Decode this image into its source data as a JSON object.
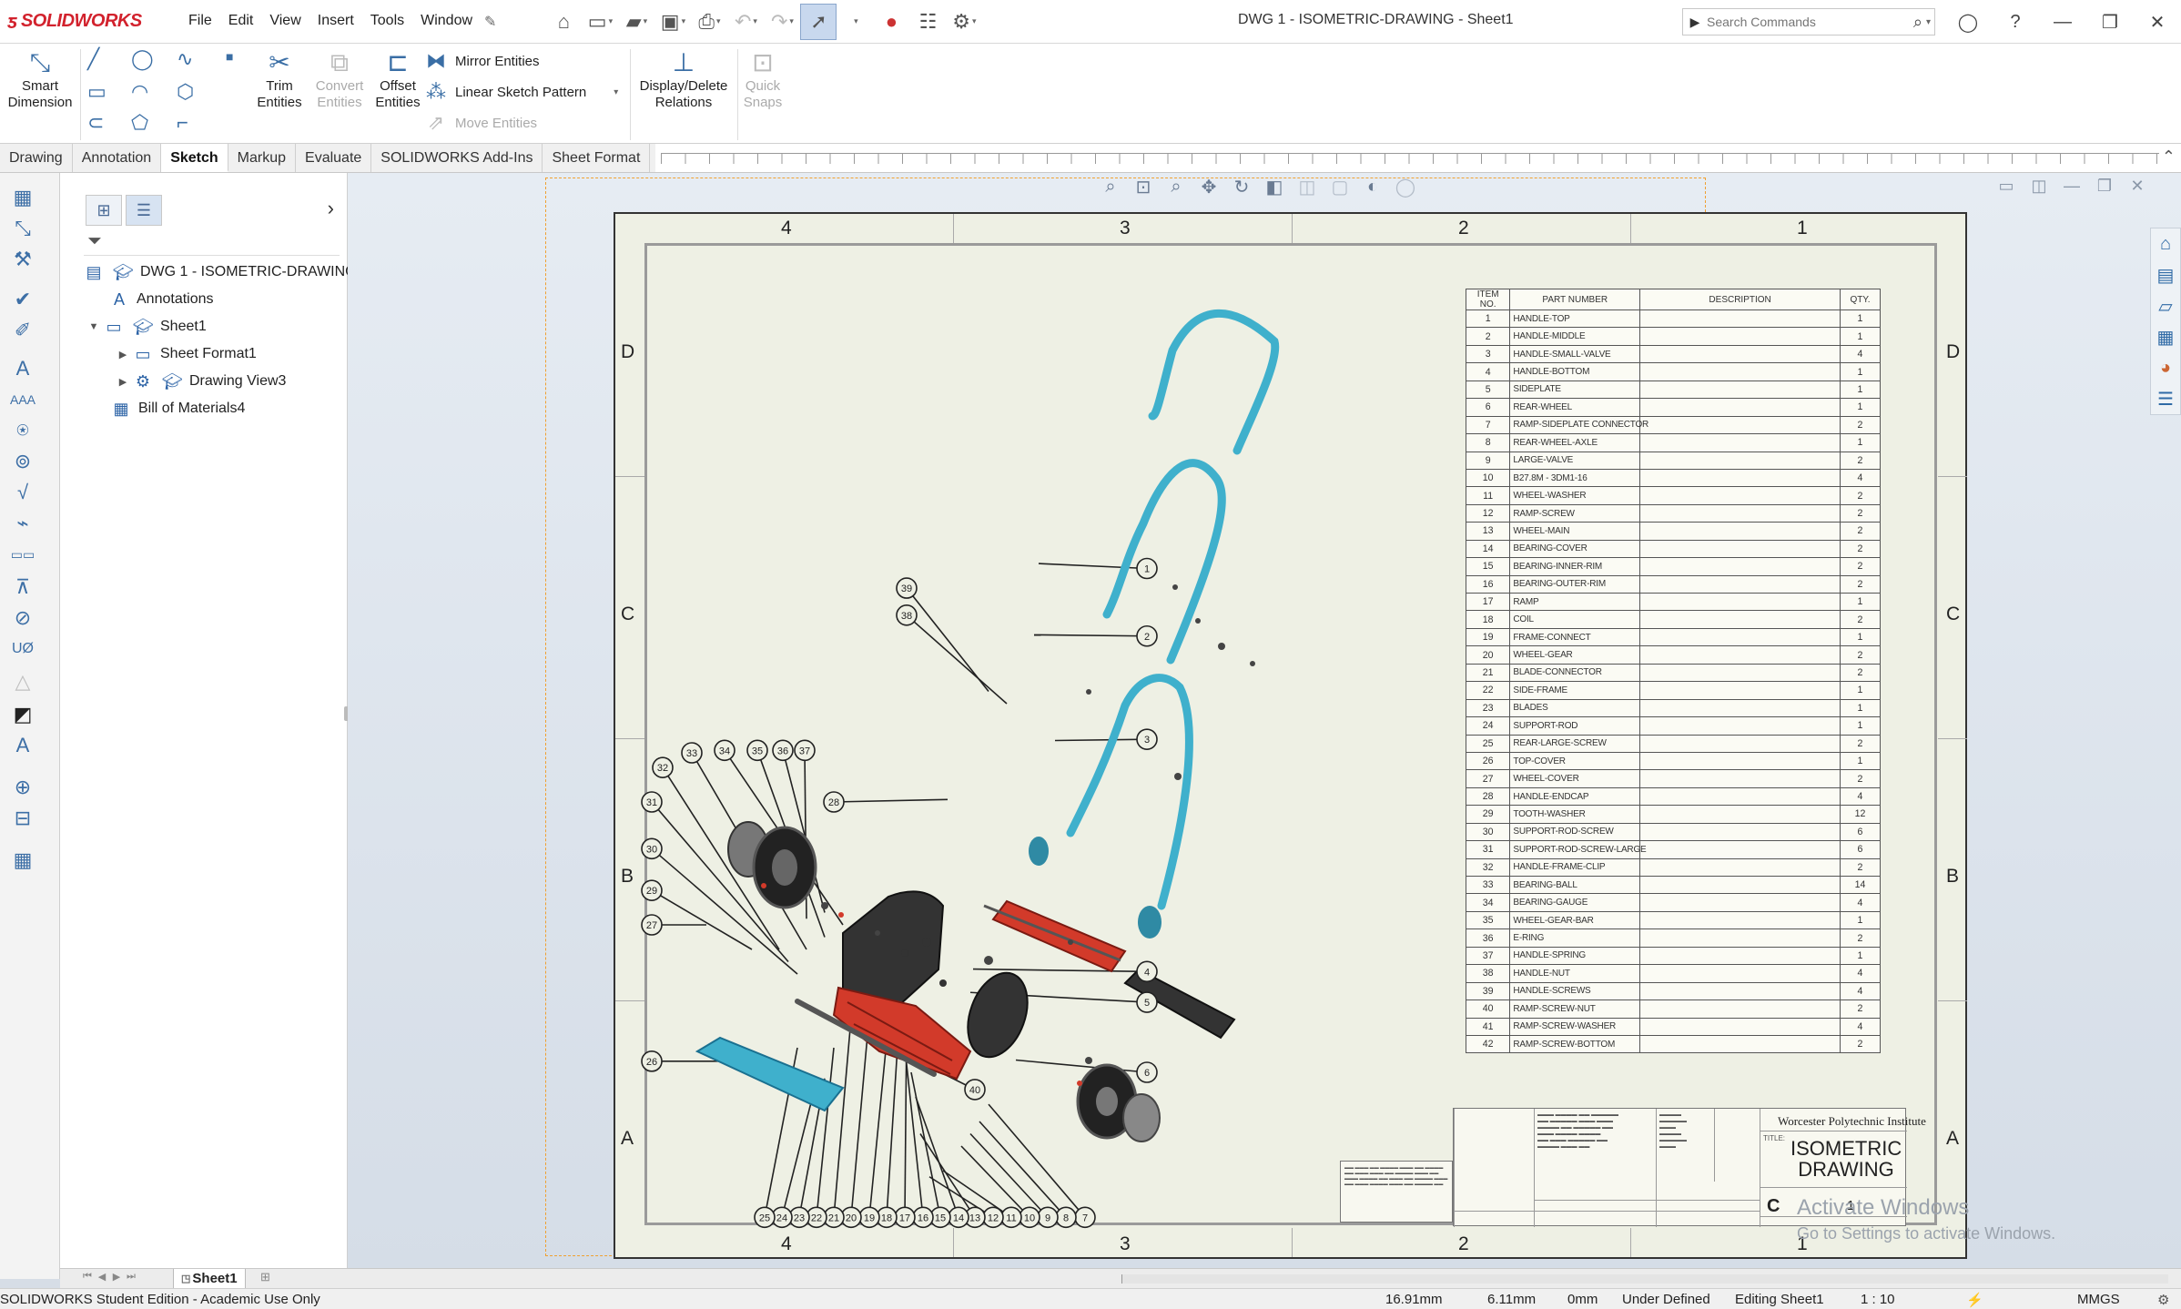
{
  "app": {
    "brand": "SOLIDWORKS",
    "menu": [
      "File",
      "Edit",
      "View",
      "Insert",
      "Tools",
      "Window"
    ],
    "document_title": "DWG 1 - ISOMETRIC-DRAWING - Sheet1",
    "search_placeholder": "Search Commands",
    "accent_color": "#d2222d"
  },
  "ribbon": {
    "smart_dimension": [
      "Smart",
      "Dimension"
    ],
    "trim_entities": [
      "Trim",
      "Entities"
    ],
    "convert_entities": [
      "Convert",
      "Entities"
    ],
    "offset_entities": [
      "Offset",
      "Entities"
    ],
    "mirror_entities": "Mirror Entities",
    "linear_sketch_pattern": "Linear Sketch Pattern",
    "move_entities": "Move Entities",
    "display_delete_relations": [
      "Display/Delete",
      "Relations"
    ],
    "quick_snaps": [
      "Quick",
      "Snaps"
    ]
  },
  "tabs": [
    "Drawing",
    "Annotation",
    "Sketch",
    "Markup",
    "Evaluate",
    "SOLIDWORKS Add-Ins",
    "Sheet Format"
  ],
  "active_tab": "Sketch",
  "feature_tree": {
    "root": "DWG 1 - ISOMETRIC-DRAWING",
    "annotations": "Annotations",
    "sheet": "Sheet1",
    "sheet_format": "Sheet Format1",
    "drawing_view": "Drawing View3",
    "bom": "Bill of Materials4"
  },
  "drawing": {
    "zone_columns": [
      "4",
      "3",
      "2",
      "1"
    ],
    "zone_rows": [
      "D",
      "C",
      "B",
      "A"
    ],
    "bom_headers": [
      "ITEM NO.",
      "PART NUMBER",
      "DESCRIPTION",
      "QTY."
    ],
    "bom_rows": [
      [
        "1",
        "HANDLE-TOP",
        "",
        "1"
      ],
      [
        "2",
        "HANDLE-MIDDLE",
        "",
        "1"
      ],
      [
        "3",
        "HANDLE-SMALL-VALVE",
        "",
        "4"
      ],
      [
        "4",
        "HANDLE-BOTTOM",
        "",
        "1"
      ],
      [
        "5",
        "SIDEPLATE",
        "",
        "1"
      ],
      [
        "6",
        "REAR-WHEEL",
        "",
        "1"
      ],
      [
        "7",
        "RAMP-SIDEPLATE CONNECTOR",
        "",
        "2"
      ],
      [
        "8",
        "REAR-WHEEL-AXLE",
        "",
        "1"
      ],
      [
        "9",
        "LARGE-VALVE",
        "",
        "2"
      ],
      [
        "10",
        "B27.8M - 3DM1-16",
        "",
        "4"
      ],
      [
        "11",
        "WHEEL-WASHER",
        "",
        "2"
      ],
      [
        "12",
        "RAMP-SCREW",
        "",
        "2"
      ],
      [
        "13",
        "WHEEL-MAIN",
        "",
        "2"
      ],
      [
        "14",
        "BEARING-COVER",
        "",
        "2"
      ],
      [
        "15",
        "BEARING-INNER-RIM",
        "",
        "2"
      ],
      [
        "16",
        "BEARING-OUTER-RIM",
        "",
        "2"
      ],
      [
        "17",
        "RAMP",
        "",
        "1"
      ],
      [
        "18",
        "COIL",
        "",
        "2"
      ],
      [
        "19",
        "FRAME-CONNECT",
        "",
        "1"
      ],
      [
        "20",
        "WHEEL-GEAR",
        "",
        "2"
      ],
      [
        "21",
        "BLADE-CONNECTOR",
        "",
        "2"
      ],
      [
        "22",
        "SIDE-FRAME",
        "",
        "1"
      ],
      [
        "23",
        "BLADES",
        "",
        "1"
      ],
      [
        "24",
        "SUPPORT-ROD",
        "",
        "1"
      ],
      [
        "25",
        "REAR-LARGE-SCREW",
        "",
        "2"
      ],
      [
        "26",
        "TOP-COVER",
        "",
        "1"
      ],
      [
        "27",
        "WHEEL-COVER",
        "",
        "2"
      ],
      [
        "28",
        "HANDLE-ENDCAP",
        "",
        "4"
      ],
      [
        "29",
        "TOOTH-WASHER",
        "",
        "12"
      ],
      [
        "30",
        "SUPPORT-ROD-SCREW",
        "",
        "6"
      ],
      [
        "31",
        "SUPPORT-ROD-SCREW-LARGE",
        "",
        "6"
      ],
      [
        "32",
        "HANDLE-FRAME-CLIP",
        "",
        "2"
      ],
      [
        "33",
        "BEARING-BALL",
        "",
        "14"
      ],
      [
        "34",
        "BEARING-GAUGE",
        "",
        "4"
      ],
      [
        "35",
        "WHEEL-GEAR-BAR",
        "",
        "1"
      ],
      [
        "36",
        "E-RING",
        "",
        "2"
      ],
      [
        "37",
        "HANDLE-SPRING",
        "",
        "1"
      ],
      [
        "38",
        "HANDLE-NUT",
        "",
        "4"
      ],
      [
        "39",
        "HANDLE-SCREWS",
        "",
        "4"
      ],
      [
        "40",
        "RAMP-SCREW-NUT",
        "",
        "2"
      ],
      [
        "41",
        "RAMP-SCREW-WASHER",
        "",
        "4"
      ],
      [
        "42",
        "RAMP-SCREW-BOTTOM",
        "",
        "2"
      ]
    ],
    "balloons": [
      "1",
      "2",
      "3",
      "4",
      "5",
      "6",
      "7",
      "8",
      "9",
      "10",
      "11",
      "12",
      "13",
      "14",
      "15",
      "16",
      "17",
      "18",
      "19",
      "20",
      "21",
      "22",
      "23",
      "24",
      "25",
      "26",
      "27",
      "28",
      "29",
      "30",
      "31",
      "32",
      "33",
      "34",
      "35",
      "36",
      "37",
      "38",
      "39",
      "40"
    ],
    "title_block": {
      "organization": "Worcester Polytechnic Institute",
      "title_label": "TITLE:",
      "drawing_title_line1": "ISOMETRIC",
      "drawing_title_line2": "DRAWING",
      "size": "C",
      "sheet_number": "1"
    },
    "part_color": "#3fb0cc",
    "blade_color": "#d23a2a"
  },
  "watermark": {
    "line1": "Activate Windows",
    "line2": "Go to Settings to activate Windows."
  },
  "sheet_tab": "Sheet1",
  "status": {
    "edition": "SOLIDWORKS Student Edition - Academic Use Only",
    "x": "16.91mm",
    "y": "6.11mm",
    "z": "0mm",
    "state": "Under Defined",
    "editing": "Editing Sheet1",
    "scale": "1 : 10",
    "units": "MMGS"
  }
}
